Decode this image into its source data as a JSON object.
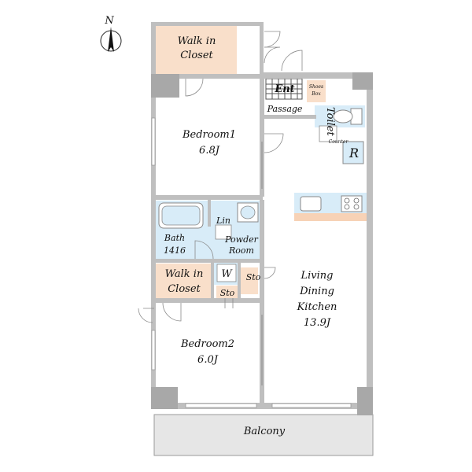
{
  "compass": {
    "north_label": "N"
  },
  "rooms": {
    "walk_in_closet_1": {
      "line1": "Walk in",
      "line2": "Closet"
    },
    "entrance": {
      "label": "Ent"
    },
    "shoes_box": {
      "line1": "Shoes",
      "line2": "Box"
    },
    "passage": {
      "label": "Passage"
    },
    "toilet": {
      "label": "Toilet"
    },
    "counter": {
      "label": "Counter"
    },
    "bedroom1": {
      "name": "Bedroom1",
      "size": "6.8J"
    },
    "refrigerator": {
      "label": "R"
    },
    "bath": {
      "name": "Bath",
      "size": "1416"
    },
    "linen": {
      "label": "Lin"
    },
    "powder_room": {
      "line1": "Powder",
      "line2": "Room"
    },
    "washer": {
      "label": "W"
    },
    "storage_1": {
      "label": "Sto"
    },
    "walk_in_closet_2": {
      "line1": "Walk in",
      "line2": "Closet"
    },
    "storage_2": {
      "label": "Sto"
    },
    "ldk": {
      "line1": "Living",
      "line2": "Dining",
      "line3": "Kitchen",
      "size": "13.9J"
    },
    "bedroom2": {
      "name": "Bedroom2",
      "size": "6.0J"
    },
    "balcony": {
      "label": "Balcony"
    }
  },
  "colors": {
    "closet_fill": "#f9dfca",
    "wet_area_fill": "#d8ecf8",
    "counter_fill": "#f7d2b6",
    "wall": "#bfbfbf"
  }
}
